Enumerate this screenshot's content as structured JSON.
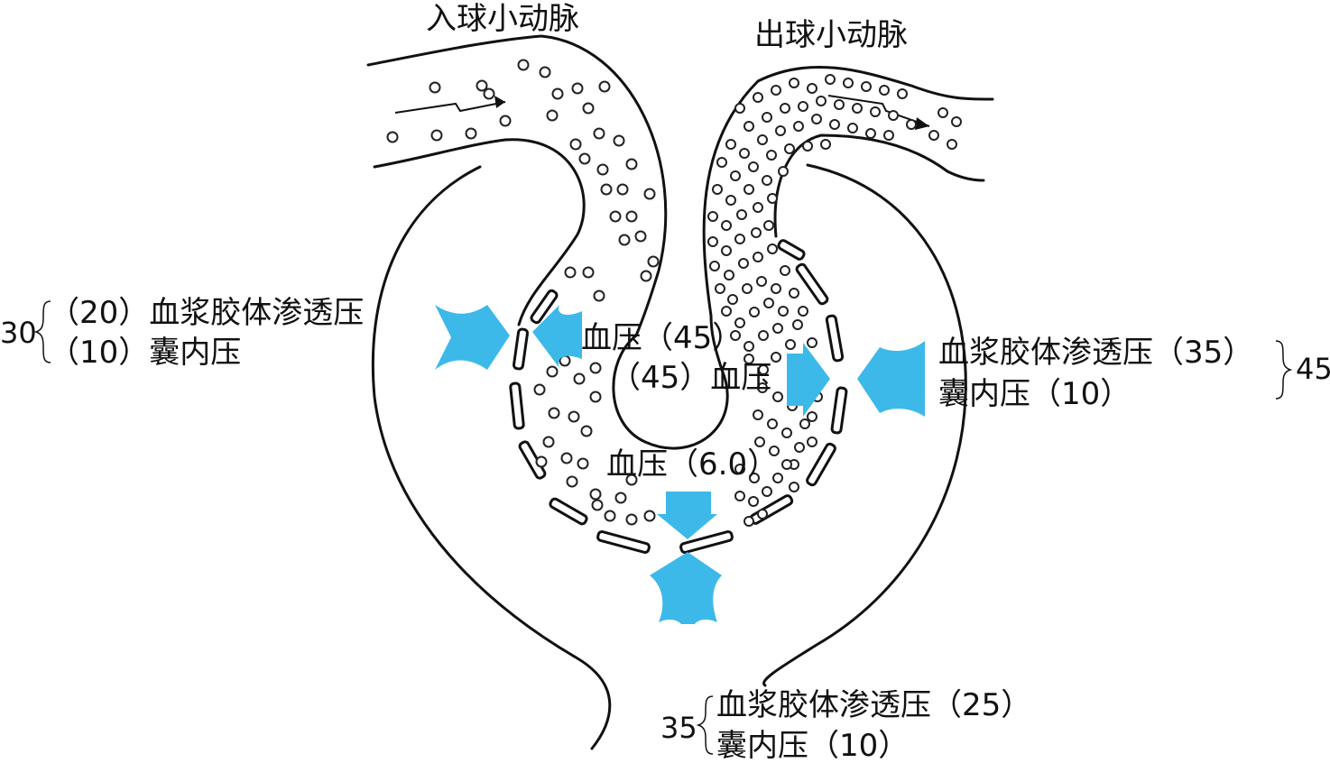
{
  "labels": {
    "afferent": "入球小动脉",
    "efferent": "出球小动脉"
  },
  "left_group": {
    "total": "30",
    "line1": "（20）血浆胶体渗透压",
    "line2": "（10）囊内压"
  },
  "center": {
    "bp_top": "血压（45）",
    "bp_mid": "（45）血压",
    "bp_bottom": "血压（6.0）"
  },
  "right_group": {
    "total": "45",
    "line1": "血浆胶体渗透压（35）",
    "line2": "囊内压（10）"
  },
  "bottom_group": {
    "total": "35",
    "line1": "血浆胶体渗透压（25）",
    "line2": "囊内压（10）"
  },
  "colors": {
    "arrow": "#3cb9e9",
    "line": "#111111"
  }
}
